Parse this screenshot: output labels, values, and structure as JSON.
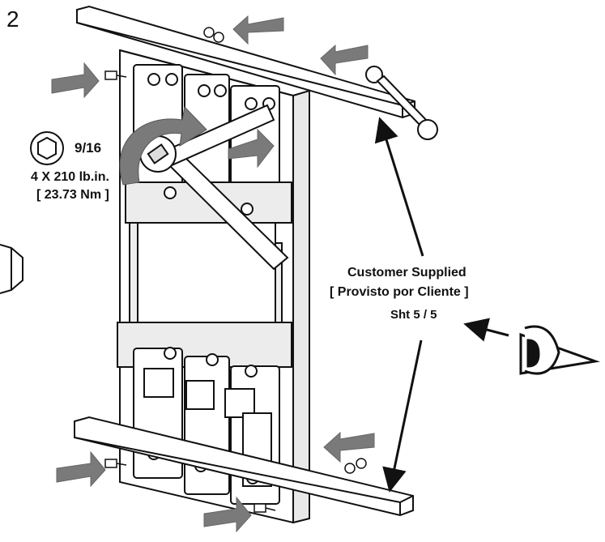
{
  "step_number": "2",
  "wrench": {
    "icon": "hex-socket-icon",
    "size": "9/16"
  },
  "torque": {
    "line1": "4 X 210 lb.in.",
    "line2": "[ 23.73 Nm ]"
  },
  "callout": {
    "line1": "Customer Supplied",
    "line2": "[ Provisto por Cliente ]",
    "line3": "Sht 5 / 5"
  },
  "colors": {
    "line": "#111111",
    "arrow": "#7a7a7a",
    "fill": "#ffffff",
    "shade": "#d8d8d8"
  }
}
